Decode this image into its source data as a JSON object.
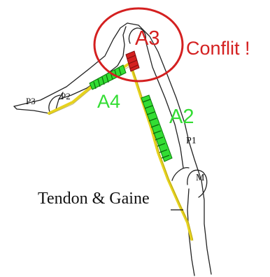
{
  "labels": {
    "a3": "A3",
    "conflit": "Conflit !",
    "a4": "A4",
    "a2": "A2",
    "p3": "P3",
    "p2": "P2",
    "p1": "P1",
    "m": "M",
    "caption": "Tendon & Gaine"
  },
  "colors": {
    "conflict_red": "#d42020",
    "pulley_green": "#33dd33",
    "tendon_yellow": "#e6d21e",
    "outline": "#222222",
    "text": "#111111"
  }
}
